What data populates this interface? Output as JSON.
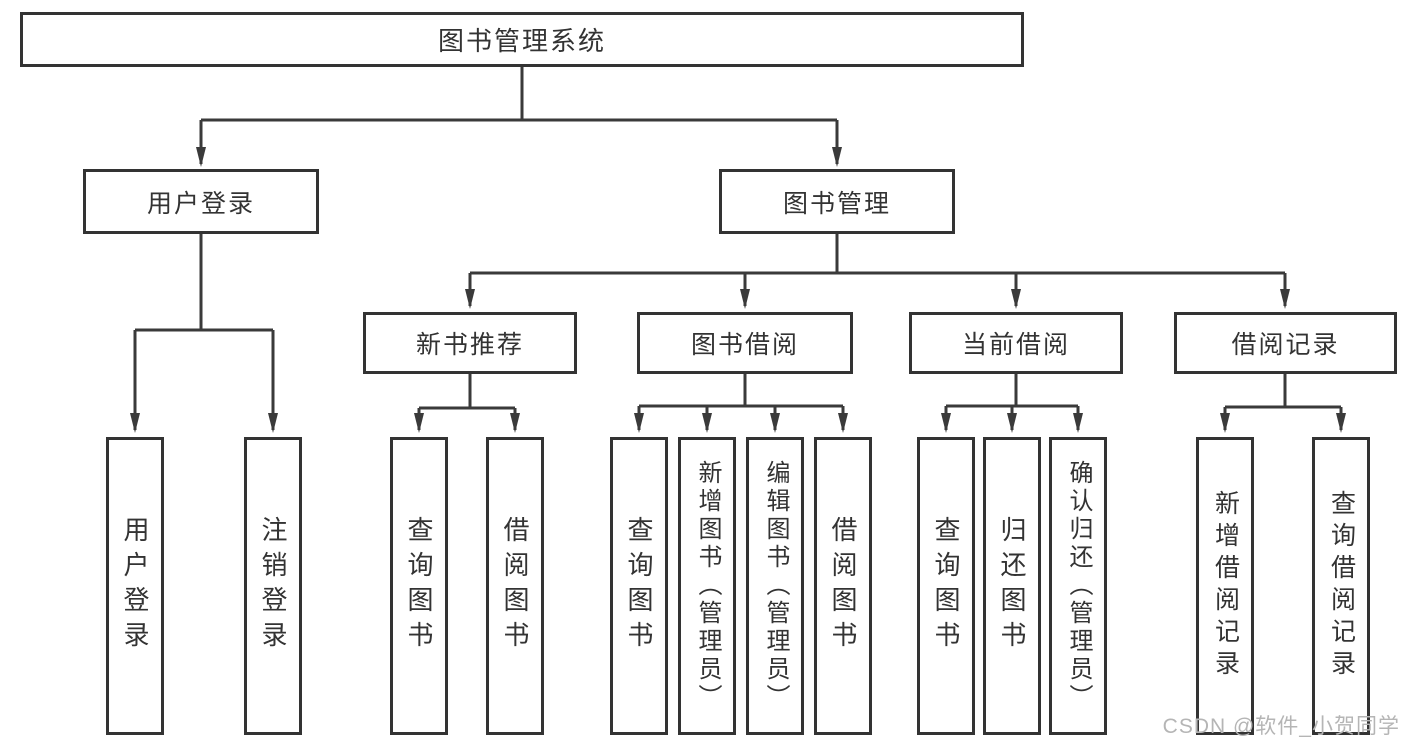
{
  "tree": {
    "root": {
      "label": "图书管理系统"
    },
    "branches": [
      {
        "label": "用户登录",
        "children": [
          "用户登录",
          "注销登录"
        ]
      },
      {
        "label": "图书管理",
        "sections": [
          {
            "label": "新书推荐",
            "children": [
              "查询图书",
              "借阅图书"
            ]
          },
          {
            "label": "图书借阅",
            "children": [
              "查询图书",
              "新增图书（管理员）",
              "编辑图书（管理员）",
              "借阅图书"
            ]
          },
          {
            "label": "当前借阅",
            "children": [
              "查询图书",
              "归还图书",
              "确认归还（管理员）"
            ]
          },
          {
            "label": "借阅记录",
            "children": [
              "新增借阅记录",
              "查询借阅记录"
            ]
          }
        ]
      }
    ]
  },
  "watermark": {
    "text": "CSDN @软件_小贺同学"
  },
  "colors": {
    "line": "#3a3a3a",
    "box_border": "#333333",
    "text": "#333333",
    "watermark": "#b5b5b5",
    "background": "#ffffff"
  }
}
